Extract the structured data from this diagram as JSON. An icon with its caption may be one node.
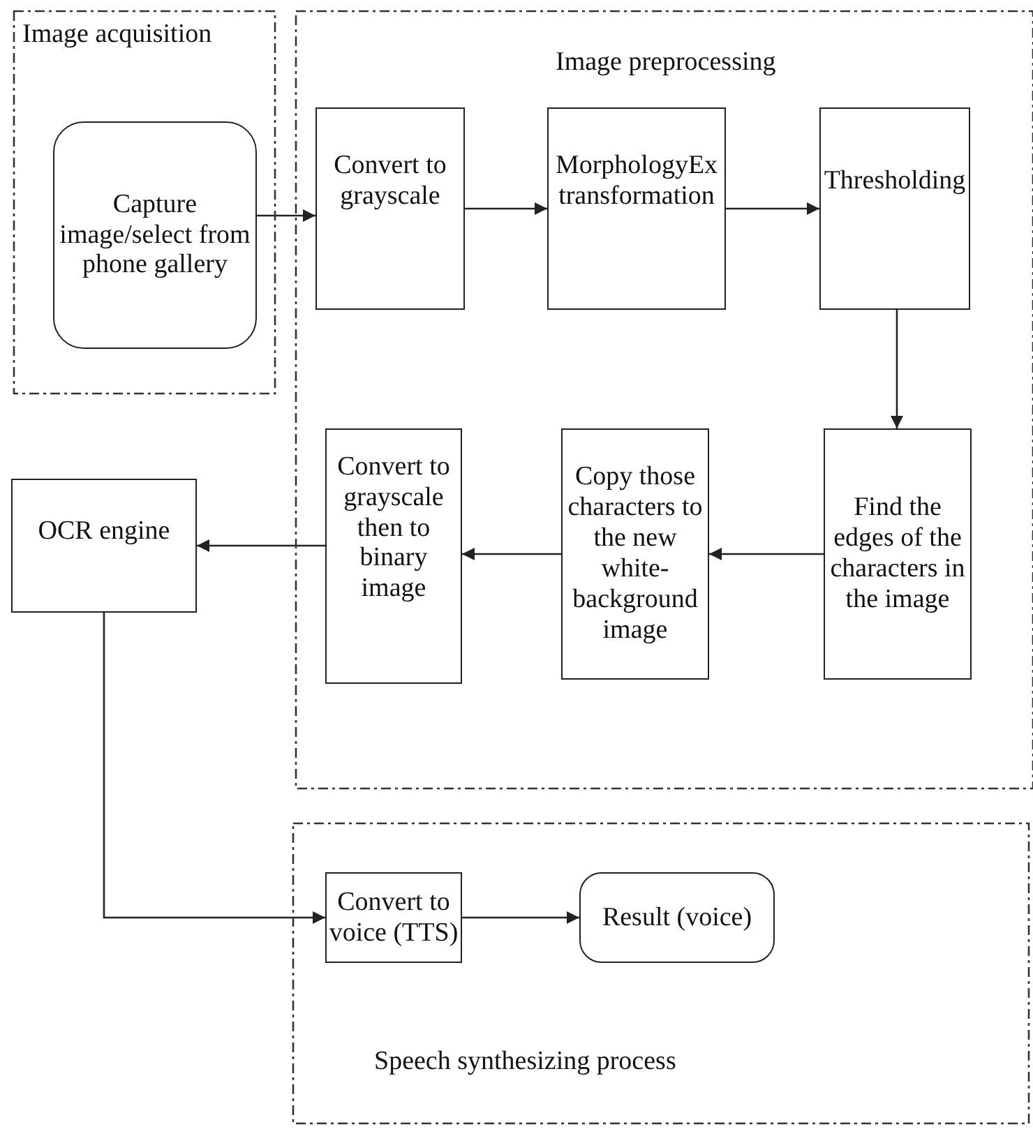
{
  "diagram": {
    "nodes": [
      {
        "text": [
          "Image acquisition"
        ]
      },
      {
        "text": [
          "Capture image/select from phone gallery"
        ],
        "in": 0
      },
      {
        "text": [
          "Image preprocessing"
        ]
      },
      {
        "text": [
          "Convert to grayscale"
        ],
        "in": 2
      },
      {
        "text": [
          "MorphologyEx transformation"
        ],
        "in": 2
      },
      {
        "text": [
          "Thresholding"
        ],
        "in": 2
      },
      {
        "text": [
          "Convert to grayscale then to binary image"
        ],
        "in": 2
      },
      {
        "text": [
          "Copy those characters to the new white-background image"
        ],
        "in": 2
      },
      {
        "text": [
          "Find the edges of the characters in the image"
        ],
        "in": 2
      },
      {
        "text": [
          "OCR engine"
        ]
      },
      {
        "text": [
          "Speech synthesizing process"
        ]
      },
      {
        "text": [
          "Convert to voice (TTS)"
        ],
        "in": 10
      },
      {
        "text": [
          "Result (voice)"
        ],
        "in": 10
      }
    ],
    "edges": [
      {
        "from": 1,
        "to": 3,
        "arrow": "to"
      },
      {
        "from": 3,
        "to": 4,
        "arrow": "to"
      },
      {
        "from": 4,
        "to": 5,
        "arrow": "to"
      },
      {
        "from": 5,
        "to": 8,
        "arrow": "to"
      },
      {
        "from": 8,
        "to": 7,
        "arrow": "to"
      },
      {
        "from": 7,
        "to": 6,
        "arrow": "to"
      },
      {
        "from": 6,
        "to": 9,
        "arrow": "to"
      },
      {
        "from": 9,
        "to": 11,
        "arrow": "to"
      },
      {
        "from": 11,
        "to": 12,
        "arrow": "to"
      }
    ]
  }
}
